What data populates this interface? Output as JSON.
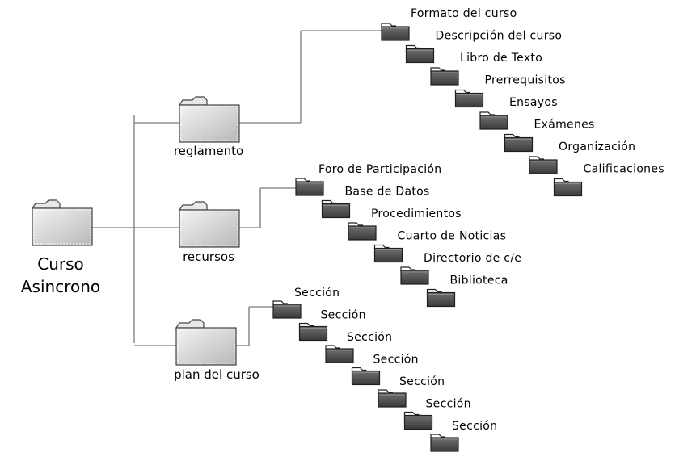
{
  "root": {
    "line1": "Curso",
    "line2": "Asincrono"
  },
  "branches": [
    {
      "label": "reglamento",
      "items": [
        "Formato del curso",
        "Descripción del curso",
        "Libro de Texto",
        "Prerrequisitos",
        "Ensayos",
        "Exámenes",
        "Organización",
        "Calificaciones"
      ]
    },
    {
      "label": "recursos",
      "items": [
        "Foro de Participación",
        "Base de Datos",
        "Procedimientos",
        "Cuarto de Noticias",
        "Directorio de c/e",
        "Biblioteca"
      ]
    },
    {
      "label": "plan del curso",
      "items": [
        "Sección",
        "Sección",
        "Sección",
        "Sección",
        "Sección",
        "Sección",
        "Sección"
      ]
    }
  ],
  "colors": {
    "line": "#7a7a7a",
    "open_folder": "#d8d8d8",
    "closed_folder": "#555555"
  },
  "icons": {
    "branch": "open-folder-icon",
    "item": "closed-folder-icon"
  }
}
